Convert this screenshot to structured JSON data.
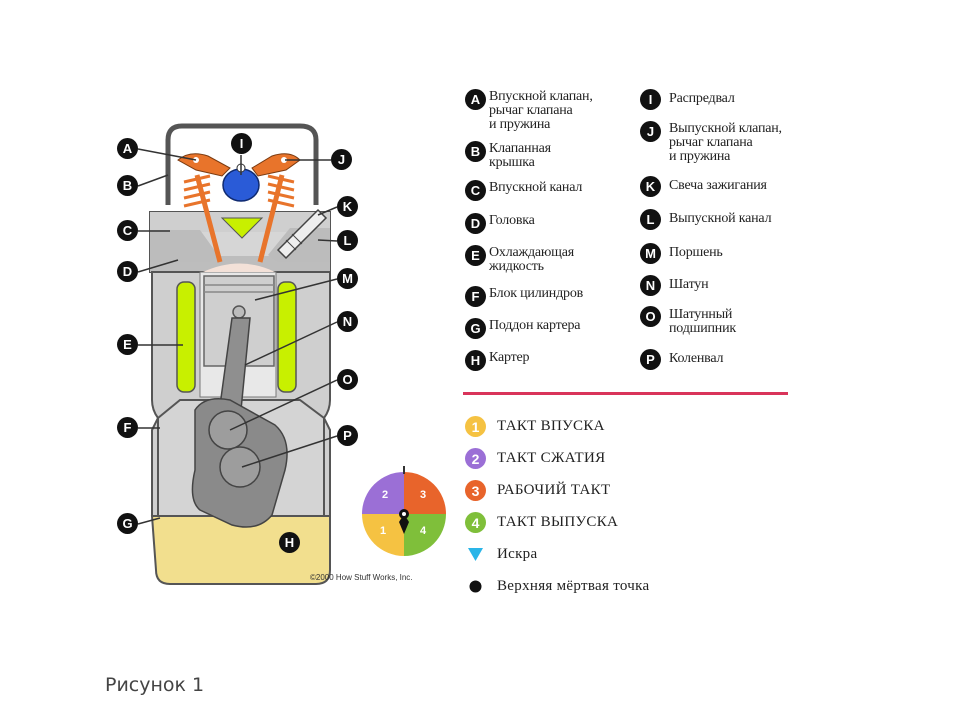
{
  "legend_left": [
    {
      "letter": "A",
      "text": "Впускной клапан,\nрычаг клапана\nи пружина"
    },
    {
      "letter": "B",
      "text": "Клапанная\nкрышка"
    },
    {
      "letter": "C",
      "text": "Впускной канал"
    },
    {
      "letter": "D",
      "text": "Головка"
    },
    {
      "letter": "E",
      "text": "Охлаждающая\nжидкость"
    },
    {
      "letter": "F",
      "text": "Блок цилиндров"
    },
    {
      "letter": "G",
      "text": "Поддон картера"
    },
    {
      "letter": "H",
      "text": "Картер"
    }
  ],
  "legend_right": [
    {
      "letter": "I",
      "text": "Распредвал"
    },
    {
      "letter": "J",
      "text": "Выпускной клапан,\nрычаг клапана\nи пружина"
    },
    {
      "letter": "K",
      "text": "Свеча зажигания"
    },
    {
      "letter": "L",
      "text": "Выпускной канал"
    },
    {
      "letter": "M",
      "text": "Поршень"
    },
    {
      "letter": "N",
      "text": "Шатун"
    },
    {
      "letter": "O",
      "text": "Шатунный\nподшипник"
    },
    {
      "letter": "P",
      "text": "Коленвал"
    }
  ],
  "strokes": [
    {
      "number": "1",
      "label": "ТАКТ ВПУСКА",
      "color": "#f5c242"
    },
    {
      "number": "2",
      "label": "ТАКТ СЖАТИЯ",
      "color": "#9b6fd6"
    },
    {
      "number": "3",
      "label": "РАБОЧИЙ ТАКТ",
      "color": "#e8642b"
    },
    {
      "number": "4",
      "label": "ТАКТ ВЫПУСКА",
      "color": "#7fbf3a"
    }
  ],
  "spark_label": "Искра",
  "tdc_label": "Верхняя мёртвая точка",
  "copyright": "©2000 How Stuff Works, Inc.",
  "caption": "Рисунок 1",
  "colors": {
    "valve_orange": "#e8742b",
    "camshaft_blue": "#2a5bd7",
    "coolant_green": "#c8f000",
    "oil_yellow": "#f2df8e",
    "spark_cyan": "#2ab5e8",
    "divider": "#d9345a"
  }
}
